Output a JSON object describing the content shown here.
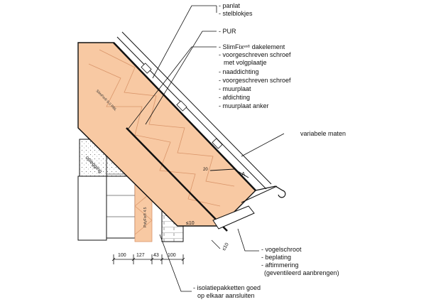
{
  "labels_top": {
    "panlat": "- panlat",
    "stelblokjes": "- stelblokjes",
    "pur": "- PUR",
    "slimfix_main": "- SlimFix",
    "slimfix_sup": "en®",
    "slimfix_rest": " dakelement",
    "schroef_1": "- voorgeschreven schroef",
    "volgplaatje": "met volgplaatje",
    "naaddichting": "- naaddichting",
    "schroef_2": "- voorgeschreven schroef",
    "muurplaat": "- muurplaat",
    "afdichting": "- afdichting",
    "muurplaat_anker": "- muurplaat anker"
  },
  "label_variabele": "variabele maten",
  "labels_bottom": {
    "vogelschroot": "- vogelschroot",
    "beplating": "- beplating",
    "aftimmering": "- aftimmering",
    "geventileerd": "(geventileerd aanbrengen)"
  },
  "note_isolatie": [
    "- isolatiepakketten goed",
    "op elkaar aansluiten"
  ],
  "dimensions": [
    "100",
    "127",
    "43",
    "100"
  ],
  "dim_le10_a": "≤10",
  "dim_le10_b": "≤10",
  "panel_text_1": "SlimFix® 9.0 RBL",
  "panel_text_2": "PolyFix® 4.5",
  "oplegging_label": "oplegging",
  "dim_20": "20",
  "section_mark": "A",
  "colors": {
    "insulation": "#f8c9a3",
    "insulation_line": "#d9956a",
    "line": "#111111",
    "masonry_dots": "#777777"
  }
}
